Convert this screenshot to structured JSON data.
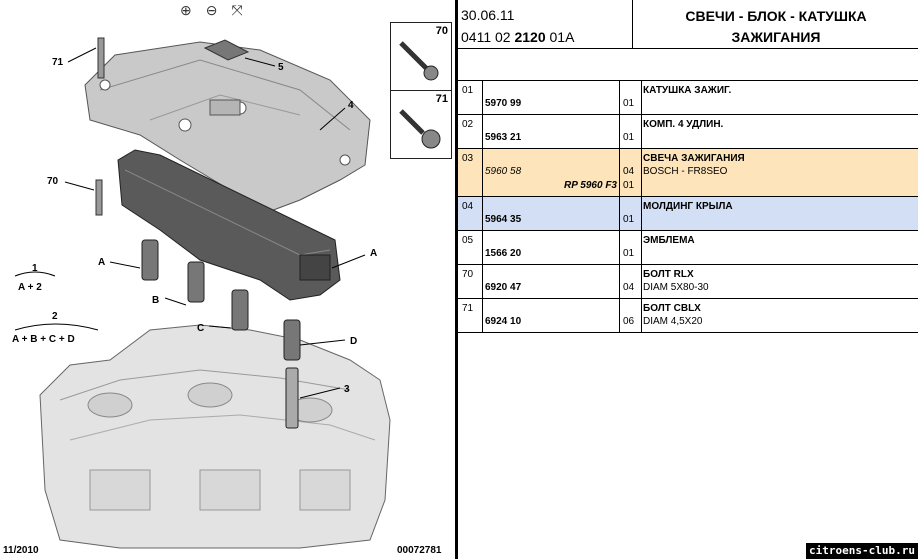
{
  "toolbar": {
    "zoom_in_icon": "zoom-in-icon",
    "zoom_out_icon": "zoom-out-icon",
    "pan_icon": "pan-icon"
  },
  "diagram": {
    "labels": {
      "l71": "71",
      "l5": "5",
      "l4": "4",
      "l70": "70",
      "lA1": "A",
      "lA2": "A",
      "lB": "B",
      "lC": "C",
      "lD": "D",
      "l3": "3",
      "l1": "1",
      "l1sub": "A + 2",
      "l2": "2",
      "l2sub": "A + B + C + D"
    },
    "legend": [
      "70",
      "71"
    ],
    "footer_left": "11/2010",
    "footer_right": "00072781"
  },
  "header": {
    "date": "30.06.11",
    "code_pre": "0411 02 ",
    "code_bold": "2120",
    "code_post": " 01A",
    "title_line1": "СВЕЧИ - БЛОК - КАТУШКА",
    "title_line2": "ЗАЖИГАНИЯ"
  },
  "parts": [
    {
      "pos": "01",
      "ref": "5970 99",
      "qty": "01",
      "name": "КАТУШКА ЗАЖИГ.",
      "desc": ""
    },
    {
      "pos": "02",
      "ref": "5963 21",
      "qty": "01",
      "name": "КОМП. 4 УДЛИН.",
      "desc": ""
    },
    {
      "pos": "03",
      "ref": "5960 58",
      "qty": "04",
      "name": "СВЕЧА ЗАЖИГАНИЯ",
      "desc": "BOSCH - FR8SEO",
      "rp": "RP 5960 F3",
      "qty2": "01"
    },
    {
      "pos": "04",
      "ref": "5964 35",
      "qty": "01",
      "name": "МОЛДИНГ КРЫЛА",
      "desc": ""
    },
    {
      "pos": "05",
      "ref": "1566 20",
      "qty": "01",
      "name": "ЭМБЛЕМА",
      "desc": ""
    },
    {
      "pos": "70",
      "ref": "6920 47",
      "qty": "04",
      "name": "БОЛТ RLX",
      "desc": "DIAM 5X80-30"
    },
    {
      "pos": "71",
      "ref": "6924 10",
      "qty": "06",
      "name": "БОЛТ CBLX",
      "desc": "DIAM 4,5X20"
    }
  ],
  "watermark": "citroens-club.ru",
  "colors": {
    "highlight_orange": "#fde4bb",
    "highlight_blue": "#d3dff5"
  }
}
